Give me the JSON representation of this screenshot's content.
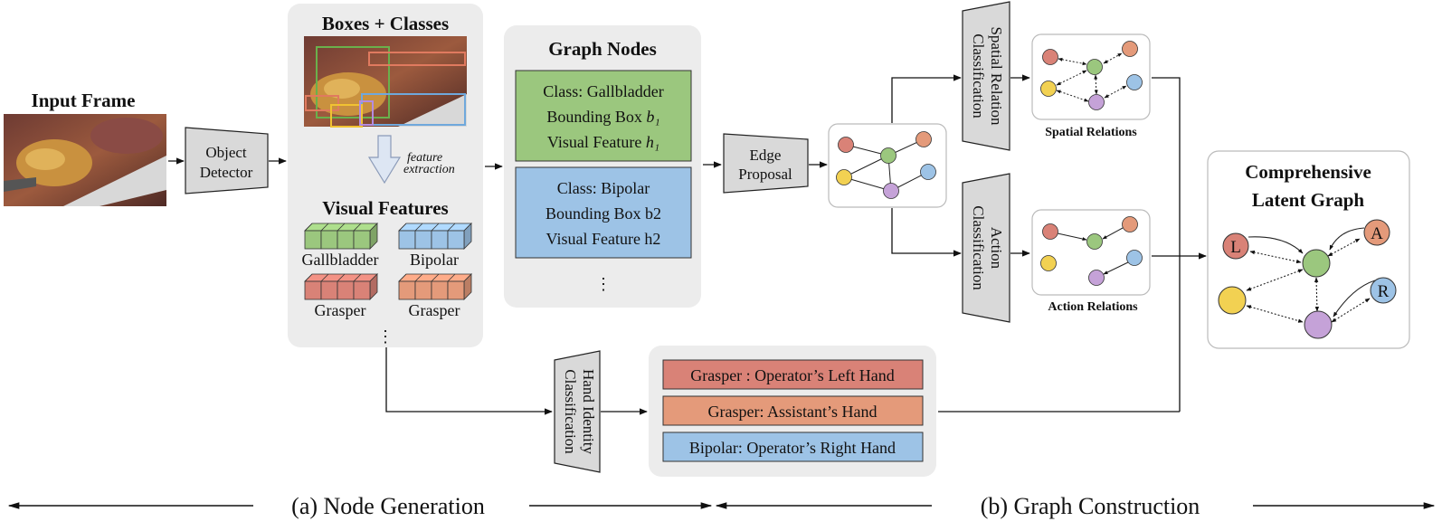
{
  "input": {
    "title": "Input Frame"
  },
  "detector": {
    "line1": "Object",
    "line2": "Detector"
  },
  "boxes": {
    "title": "Boxes + Classes"
  },
  "feature_extraction": {
    "line1": "feature",
    "line2": "extraction"
  },
  "visual_features": {
    "title": "Visual Features",
    "items": [
      {
        "label": "Gallbladder",
        "color": "#9bc77e"
      },
      {
        "label": "Bipolar",
        "color": "#9dc3e6"
      },
      {
        "label": "Grasper",
        "color": "#d98277"
      },
      {
        "label": "Grasper",
        "color": "#e49a7a"
      }
    ],
    "ellipsis": "⋮"
  },
  "graph_nodes": {
    "title": "Graph Nodes",
    "node1": {
      "line1": "Class: Gallbladder",
      "line2": "Bounding Box",
      "line2_var": "b₁",
      "line3": "Visual Feature",
      "line3_var": "h₁",
      "color": "#9bc77e"
    },
    "node2": {
      "line1": "Class: Bipolar",
      "line2": "Bounding Box b2",
      "line3": "Visual Feature h2",
      "color": "#9dc3e6"
    },
    "ellipsis": "⋮"
  },
  "edge_proposal": {
    "line1": "Edge",
    "line2": "Proposal"
  },
  "spatial": {
    "classifier_line1": "Spatial Relation",
    "classifier_line2": "Classification",
    "caption": "Spatial Relations"
  },
  "action": {
    "classifier_line1": "Action",
    "classifier_line2": "Classification",
    "caption": "Action Relations"
  },
  "hand": {
    "classifier_line1": "Hand Identity",
    "classifier_line2": "Classification",
    "items": [
      {
        "label": "Grasper : Operator’s Left Hand",
        "color": "#d98277"
      },
      {
        "label": "Grasper: Assistant’s Hand",
        "color": "#e49a7a"
      },
      {
        "label": "Bipolar: Operator’s Right Hand",
        "color": "#9dc3e6"
      }
    ]
  },
  "latent": {
    "line1": "Comprehensive",
    "line2": "Latent Graph",
    "node_l": "L",
    "node_a": "A",
    "node_r": "R"
  },
  "stages": {
    "a": "(a) Node Generation",
    "b": "(b) Graph Construction"
  },
  "colors": {
    "red": "#d98277",
    "green": "#9bc77e",
    "orange": "#e49a7a",
    "yellow": "#f2d152",
    "blue": "#9dc3e6",
    "purple": "#c5a2d8",
    "panel": "#ececec",
    "trapezoid": "#d9d9d9"
  }
}
